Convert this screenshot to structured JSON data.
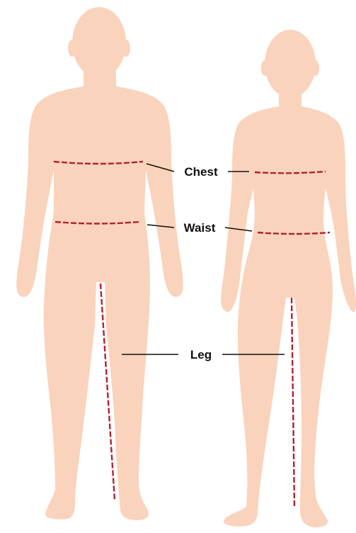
{
  "labels": {
    "chest": "Chest",
    "waist": "Waist",
    "leg": "Leg"
  },
  "colors": {
    "background": "#ffffff",
    "skin": "#FAD3BC",
    "measure_line": "#B0222E",
    "leader_line": "#111111",
    "label_text": "#111111"
  },
  "figures": [
    "male-silhouette",
    "female-silhouette"
  ]
}
